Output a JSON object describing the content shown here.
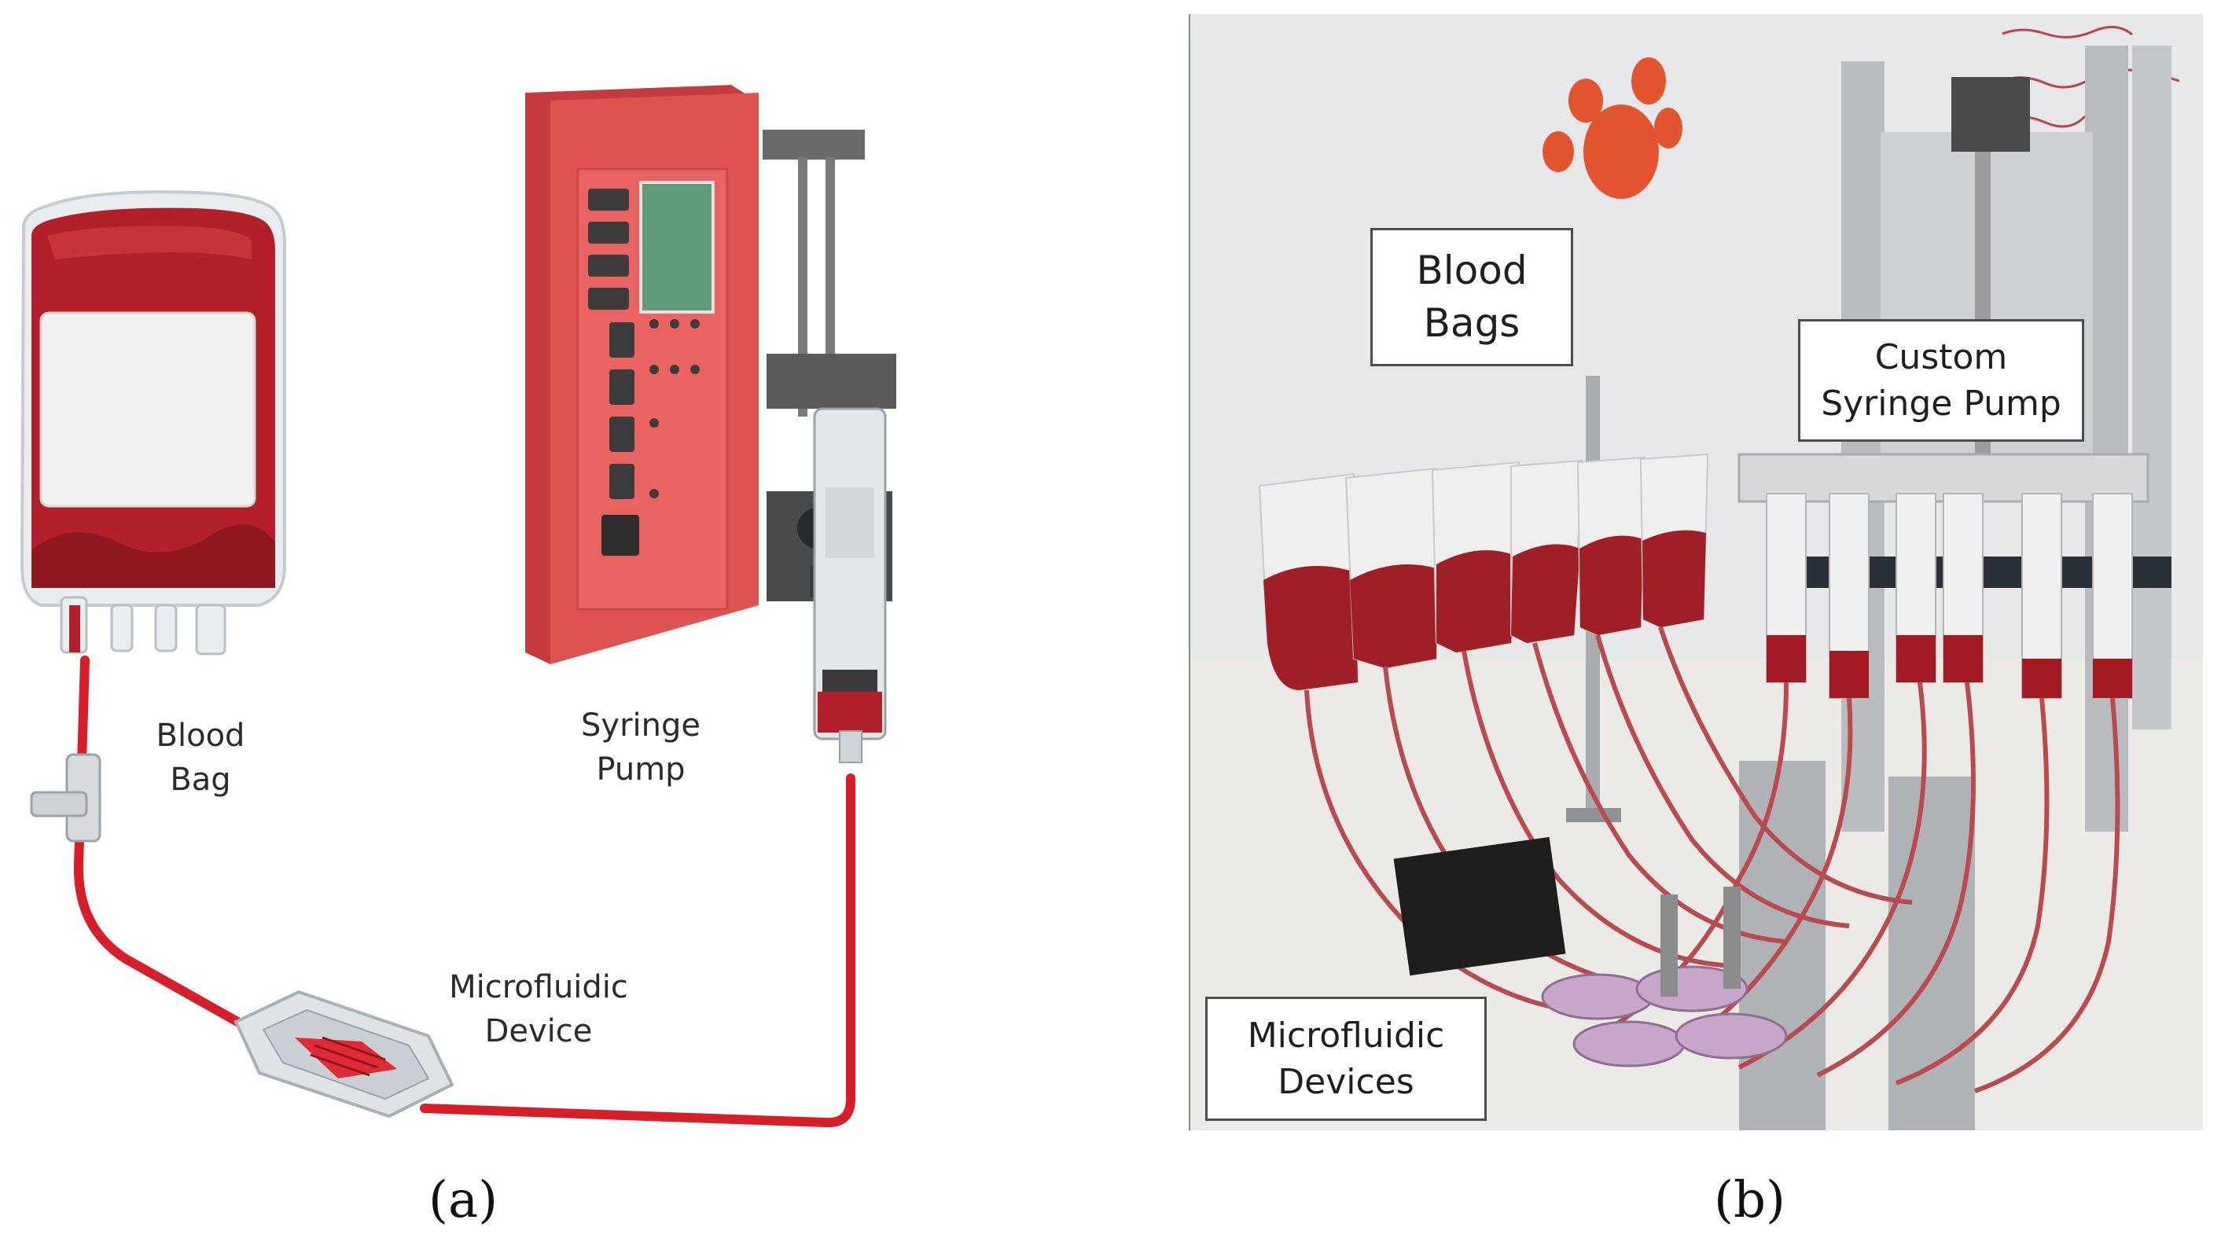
{
  "panel_a": {
    "caption": "(a)",
    "labels": {
      "blood_bag_line1": "Blood",
      "blood_bag_line2": "Bag",
      "syringe_pump_line1": "Syringe",
      "syringe_pump_line2": "Pump",
      "microfluidic_line1": "Microfluidic",
      "microfluidic_line2": "Device"
    }
  },
  "panel_b": {
    "caption": "(b)",
    "labels": {
      "blood_bags_line1": "Blood",
      "blood_bags_line2": "Bags",
      "custom_pump_line1": "Custom",
      "custom_pump_line2": "Syringe Pump",
      "devices_line1": "Microfluidic",
      "devices_line2": "Devices"
    }
  },
  "colors": {
    "tubing": "#d81e28",
    "blood": "#b3202a",
    "pump_body": "#d9464a",
    "pump_face": "#e8605f",
    "pump_screen": "#5f9b79"
  }
}
